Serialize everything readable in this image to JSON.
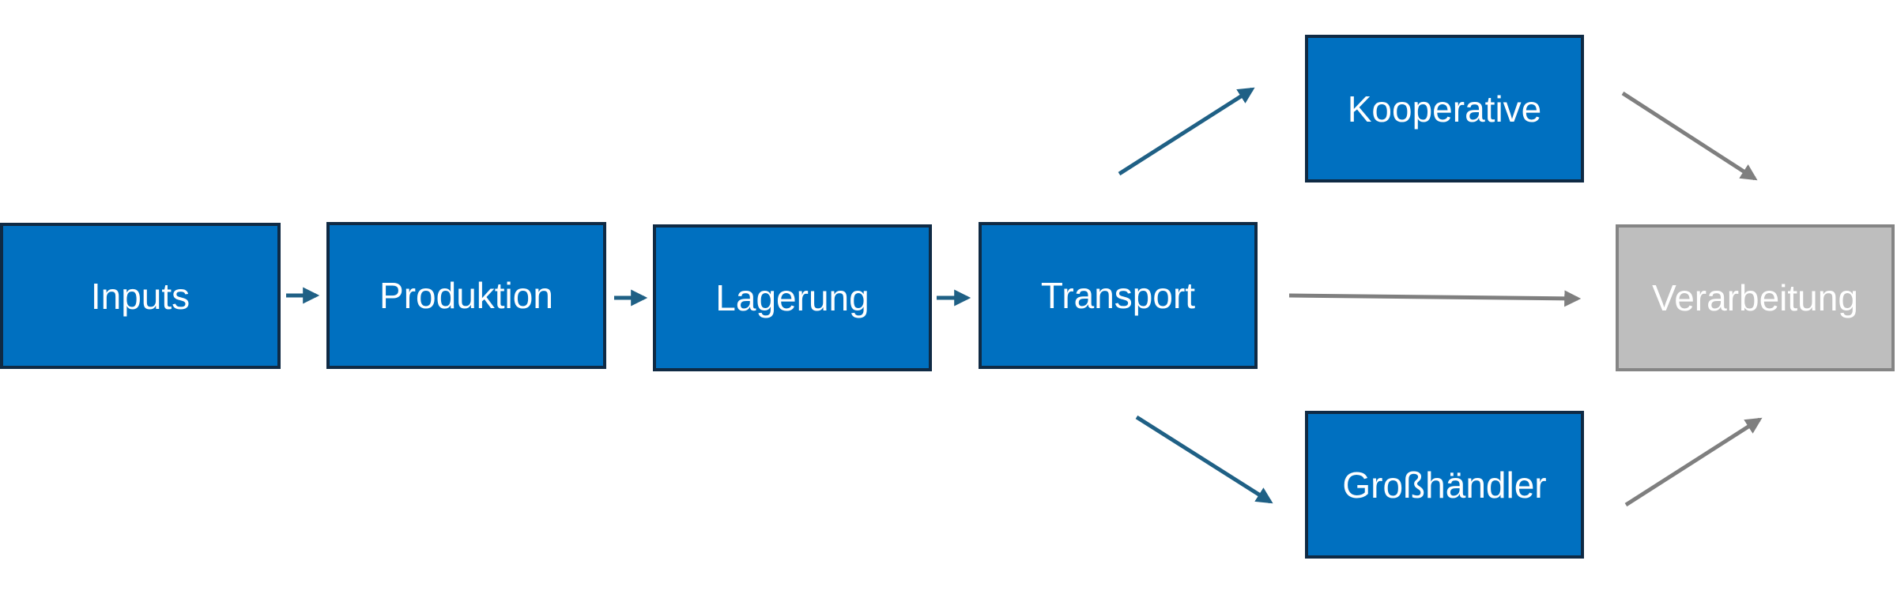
{
  "colors": {
    "box_fill": "#0070C0",
    "box_border": "#0F2A44",
    "box_text": "#FFFFFF",
    "inactive_fill": "#BEBEBE",
    "inactive_border": "#858585",
    "arrow_active": "#1F6085",
    "arrow_inactive": "#7F7F7F"
  },
  "nodes": {
    "inputs": "Inputs",
    "produktion": "Produktion",
    "lagerung": "Lagerung",
    "transport": "Transport",
    "kooperative": "Kooperative",
    "grosshaendler": "Großhändler",
    "verarbeitung": "Verarbeitung"
  },
  "edges": [
    {
      "from": "inputs",
      "to": "produktion",
      "style": "active"
    },
    {
      "from": "produktion",
      "to": "lagerung",
      "style": "active"
    },
    {
      "from": "lagerung",
      "to": "transport",
      "style": "active"
    },
    {
      "from": "transport",
      "to": "kooperative",
      "style": "active"
    },
    {
      "from": "transport",
      "to": "grosshaendler",
      "style": "active"
    },
    {
      "from": "transport",
      "to": "verarbeitung",
      "style": "inactive"
    },
    {
      "from": "kooperative",
      "to": "verarbeitung",
      "style": "inactive"
    },
    {
      "from": "grosshaendler",
      "to": "verarbeitung",
      "style": "inactive"
    }
  ]
}
